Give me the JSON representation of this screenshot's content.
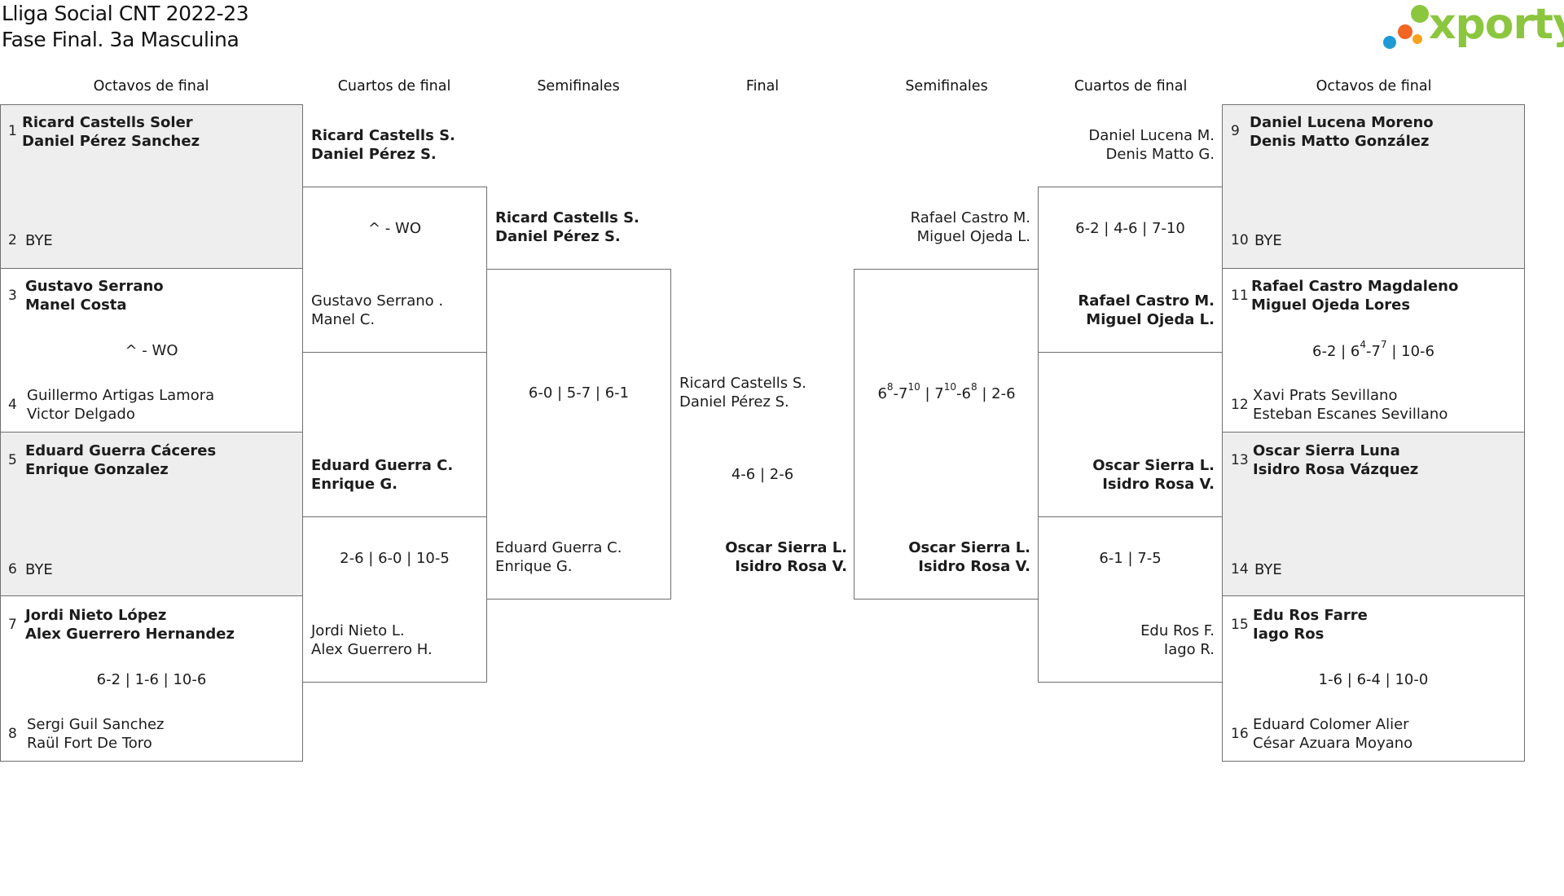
{
  "title": {
    "line1": "Lliga Social CNT 2022-23",
    "line2": "Fase Final. 3a Masculina"
  },
  "logo": {
    "text": "xporty",
    "colors": [
      "#8cc63f",
      "#f26522",
      "#1e9bd7",
      "#f7a21b"
    ]
  },
  "rounds": {
    "r16_left": "Octavos de final",
    "qf_left": "Cuartos de final",
    "sf_left": "Semifinales",
    "final": "Final",
    "sf_right": "Semifinales",
    "qf_right": "Cuartos de final",
    "r16_right": "Octavos de final"
  },
  "r16_left": [
    {
      "seed_a": "1",
      "a1": "Ricard Castells Soler",
      "a2": "Daniel Pérez Sanchez",
      "seed_b": "2",
      "b1": "BYE",
      "b2": "",
      "score": "",
      "bye": true
    },
    {
      "seed_a": "3",
      "a1": "Gustavo Serrano",
      "a2": "Manel Costa",
      "seed_b": "4",
      "b1": "Guillermo Artigas Lamora",
      "b2": "Victor Delgado",
      "score": "^ - WO",
      "bye": false
    },
    {
      "seed_a": "5",
      "a1": "Eduard Guerra Cáceres",
      "a2": "Enrique Gonzalez",
      "seed_b": "6",
      "b1": "BYE",
      "b2": "",
      "score": "",
      "bye": true
    },
    {
      "seed_a": "7",
      "a1": "Jordi Nieto López",
      "a2": "Alex Guerrero Hernandez",
      "seed_b": "8",
      "b1": "Sergi Guil Sanchez",
      "b2": "Raül Fort De Toro",
      "score": "6-2 | 1-6 | 10-6",
      "bye": false
    }
  ],
  "qf_left": [
    {
      "a1": "Ricard Castells S.",
      "a2": "Daniel Pérez S.",
      "score": "^ - WO",
      "b1": "Gustavo Serrano .",
      "b2": "Manel C."
    },
    {
      "a1": "Eduard Guerra C.",
      "a2": "Enrique G.",
      "score": "2-6 | 6-0 | 10-5",
      "b1": "Jordi Nieto L.",
      "b2": "Alex Guerrero H."
    }
  ],
  "sf_left": {
    "a1": "Ricard Castells S.",
    "a2": "Daniel Pérez S.",
    "score": "6-0 | 5-7 | 6-1",
    "b1": "Eduard Guerra C.",
    "b2": "Enrique G."
  },
  "final": {
    "a1": "Ricard Castells S.",
    "a2": "Daniel Pérez S.",
    "score": "4-6 | 2-6",
    "b1": "Oscar Sierra L.",
    "b2": "Isidro Rosa V."
  },
  "sf_right": {
    "a1": "Rafael Castro M.",
    "a2": "Miguel Ojeda L.",
    "score_html": "6<sup>8</sup>-7<sup>10</sup> | 7<sup>10</sup>-6<sup>8</sup> | 2-6",
    "b1": "Oscar Sierra L.",
    "b2": "Isidro Rosa V."
  },
  "qf_right": [
    {
      "a1": "Daniel Lucena M.",
      "a2": "Denis Matto G.",
      "score": "6-2 | 4-6 | 7-10",
      "b1": "Rafael Castro M.",
      "b2": "Miguel Ojeda L."
    },
    {
      "a1": "Oscar Sierra L.",
      "a2": "Isidro Rosa V.",
      "score": "6-1 | 7-5",
      "b1": "Edu Ros F.",
      "b2": "Iago R."
    }
  ],
  "r16_right": [
    {
      "seed_a": "9",
      "a1": "Daniel Lucena Moreno",
      "a2": "Denis Matto González",
      "seed_b": "10",
      "b1": "BYE",
      "b2": "",
      "score": "",
      "bye": true
    },
    {
      "seed_a": "11",
      "a1": "Rafael Castro Magdaleno",
      "a2": "Miguel Ojeda Lores",
      "seed_b": "12",
      "b1": "Xavi Prats Sevillano",
      "b2": "Esteban Escanes Sevillano",
      "score_html": "6-2 | 6<sup>4</sup>-7<sup>7</sup> | 10-6",
      "bye": false
    },
    {
      "seed_a": "13",
      "a1": "Oscar Sierra Luna",
      "a2": "Isidro Rosa Vázquez",
      "seed_b": "14",
      "b1": "BYE",
      "b2": "",
      "score": "",
      "bye": true
    },
    {
      "seed_a": "15",
      "a1": "Edu Ros Farre",
      "a2": "Iago Ros",
      "seed_b": "16",
      "b1": "Eduard Colomer Alier",
      "b2": "César Azuara Moyano",
      "score": "1-6 | 6-4 | 10-0",
      "bye": false
    }
  ]
}
